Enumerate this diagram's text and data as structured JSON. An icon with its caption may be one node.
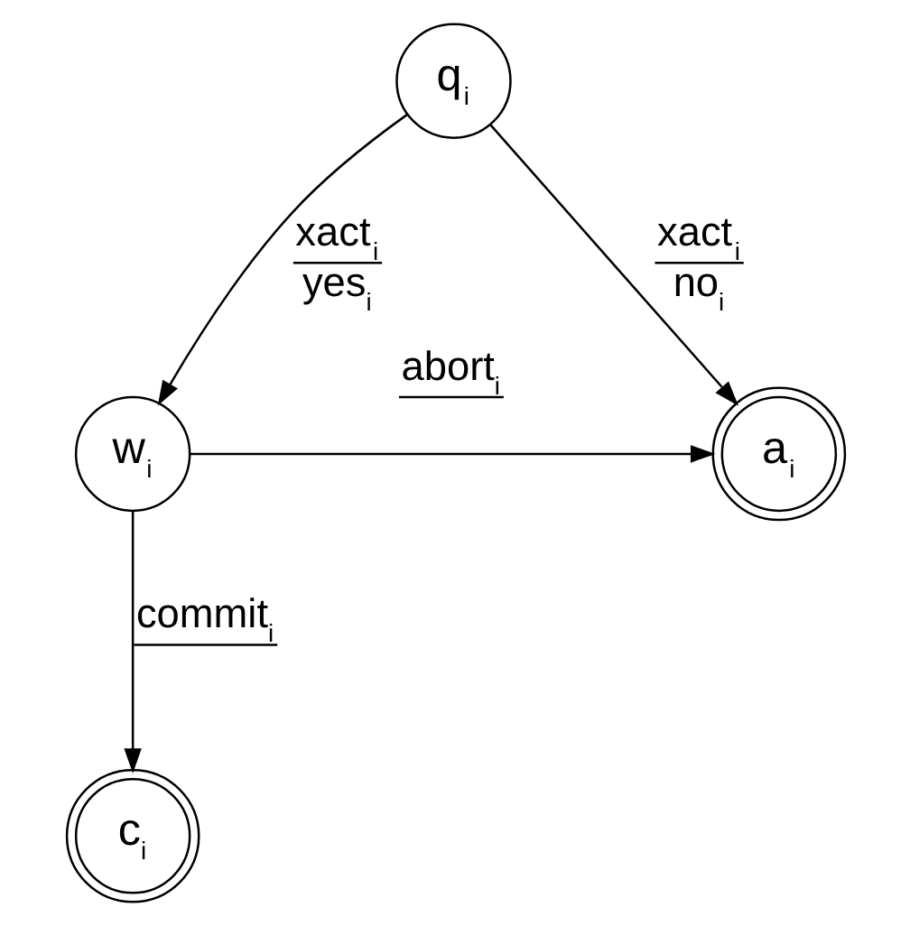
{
  "diagram": {
    "nodes": [
      {
        "text": [
          "q$_{i}$"
        ]
      },
      {
        "text": [
          "w$_{i}$"
        ]
      },
      {
        "text": [
          "a$_{i}$"
        ]
      },
      {
        "text": [
          "c$_{i}$"
        ]
      }
    ],
    "edges": [
      {
        "from": 0,
        "to": 1,
        "arrow": "to",
        "label": "xact$_{i}$ yes$_{i}$"
      },
      {
        "from": 0,
        "to": 2,
        "arrow": "to",
        "label": "xact$_{i}$ no$_{i}$"
      },
      {
        "from": 1,
        "to": 2,
        "arrow": "to",
        "label": "abort$_{i}$"
      },
      {
        "from": 1,
        "to": 3,
        "arrow": "to",
        "label": "commit$_{i}$"
      }
    ]
  }
}
